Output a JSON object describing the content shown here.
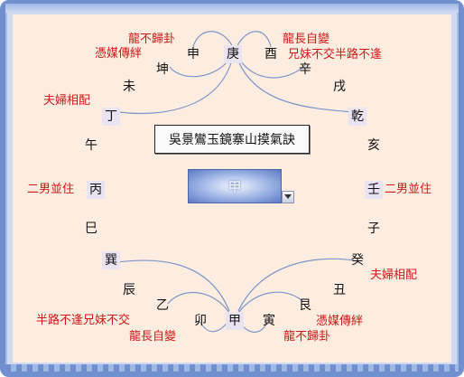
{
  "title": "吳景鸞玉鏡寨山摸氣訣",
  "selected_mountain": "甲",
  "icons": {
    "dropdown": "chevron-down-icon"
  },
  "colors": {
    "label": "#d01818",
    "curve": "#7f97c8",
    "frame": "#6f8fcf",
    "canvas": "#fdece0"
  },
  "ring": {
    "geng": "庚",
    "shen": "申",
    "you": "酉",
    "kun": "坤",
    "xin": "辛",
    "wei": "未",
    "xu": "戌",
    "ding": "丁",
    "qian": "乾",
    "wu": "午",
    "hai": "亥",
    "bing": "丙",
    "ren": "壬",
    "si": "巳",
    "zi": "子",
    "xun": "巽",
    "gui": "癸",
    "chen": "辰",
    "chou": "丑",
    "yi": "乙",
    "gen": "艮",
    "mao": "卯",
    "jia": "甲",
    "yin": "寅"
  },
  "labels": {
    "top_left_1": "龍不歸卦",
    "top_left_2": "憑媒傳絆",
    "top_right_1": "龍長自變",
    "top_right_2": "兄妹不交半路不逢",
    "left_upper": "夫婦相配",
    "left_mid": "二男並住",
    "right_mid": "二男並住",
    "right_lower": "夫婦相配",
    "bottom_left_1": "半路不逢兄妹不交",
    "bottom_left_2": "龍長自變",
    "bottom_right_1": "憑媒傳絆",
    "bottom_right_2": "龍不歸卦"
  }
}
